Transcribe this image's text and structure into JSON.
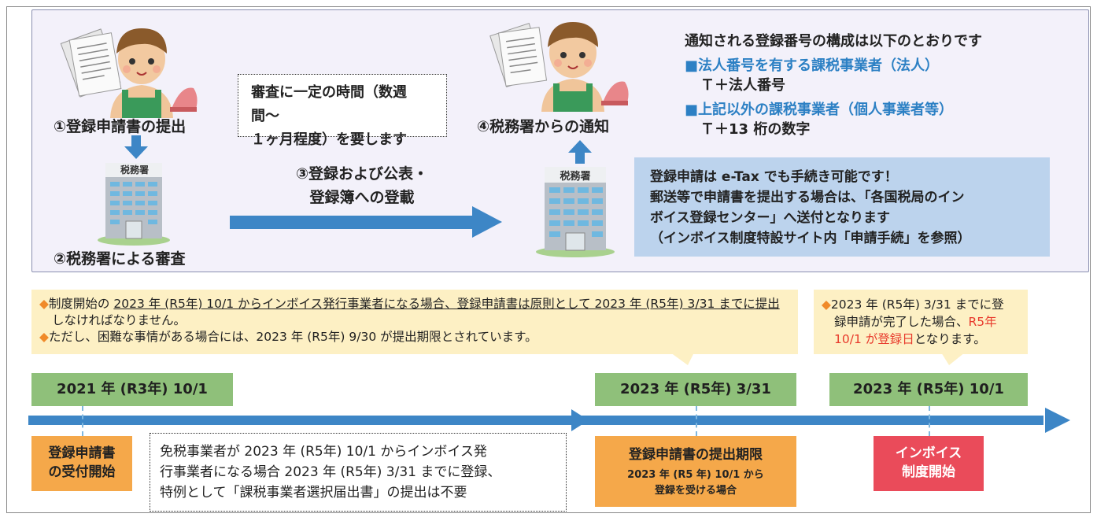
{
  "steps": {
    "submit": "①登録申請書の提出",
    "review": "②税務署による審査",
    "publish_line1": "③登録および公表・",
    "publish_line2": "登録簿への登載",
    "notify": "④税務署からの通知"
  },
  "office_sign": "税務署",
  "review_time": {
    "line1": "審査に一定の時間（数週間〜",
    "line2": "１ヶ月程度）を要します"
  },
  "registration_number": {
    "heading": "通知される登録番号の構成は以下のとおりです",
    "corp_label": "■法人番号を有する課税事業者（法人）",
    "corp_value": "Ｔ＋法人番号",
    "other_label": "■上記以外の課税事業者（個人事業者等）",
    "other_value": "Ｔ＋13 桁の数字"
  },
  "etax_info": {
    "line1": "登録申請は e-Tax でも手続き可能です！",
    "line2": "郵送等で申請書を提出する場合は、「各国税局のイン",
    "line3": "ボイス登録センター」へ送付となります",
    "line4": "（インボイス制度特設サイト内「申請手続」を参照）"
  },
  "note_left": {
    "b1_a": "制度開始の ",
    "b1_b": "2023 年 (R5年) 10/1 からインボイス発行事業者になる場合、登録申請書は原則として 2023 年 (R5年) 3/31 までに提出",
    "b1_c": "しなければなりません。",
    "b2": "ただし、困難な事情がある場合には、2023 年 (R5年) 9/30 が提出期限とされています。",
    "bullet": "◆"
  },
  "note_right": {
    "line1": "2023 年 (R5年) 3/31 までに登",
    "line2": "録申請が完了した場合、",
    "red1": "R5年",
    "red2": "10/1 が登録日",
    "line3": "となります。",
    "bullet": "◆"
  },
  "timeline": {
    "dates": [
      "2021 年 (R3年) 10/1",
      "2023 年 (R5年) 3/31",
      "2023 年 (R5年) 10/1"
    ],
    "start_label_1": "登録申請書",
    "start_label_2": "の受付開始",
    "exempt_note": {
      "line1": "免税事業者が 2023 年 (R5年) 10/1 からインボイス発",
      "line2": "行事業者になる場合 2023 年 (R5年) 3/31 までに登録、",
      "line3": "特例として「課税事業者選択届出書」の提出は不要"
    },
    "deadline_title": "登録申請書の提出期限",
    "deadline_sub1": "2023 年 (R5 年) 10/1 から",
    "deadline_sub2": "登録を受ける場合",
    "invoice_start_1": "インボイス",
    "invoice_start_2": "制度開始"
  },
  "colors": {
    "arrow_blue": "#3d86c6",
    "date_green": "#8fc07a",
    "orange": "#f5a84a",
    "red": "#ea4b5a",
    "info_blue": "#bcd3ed",
    "note_yellow": "#fdf0c4"
  }
}
